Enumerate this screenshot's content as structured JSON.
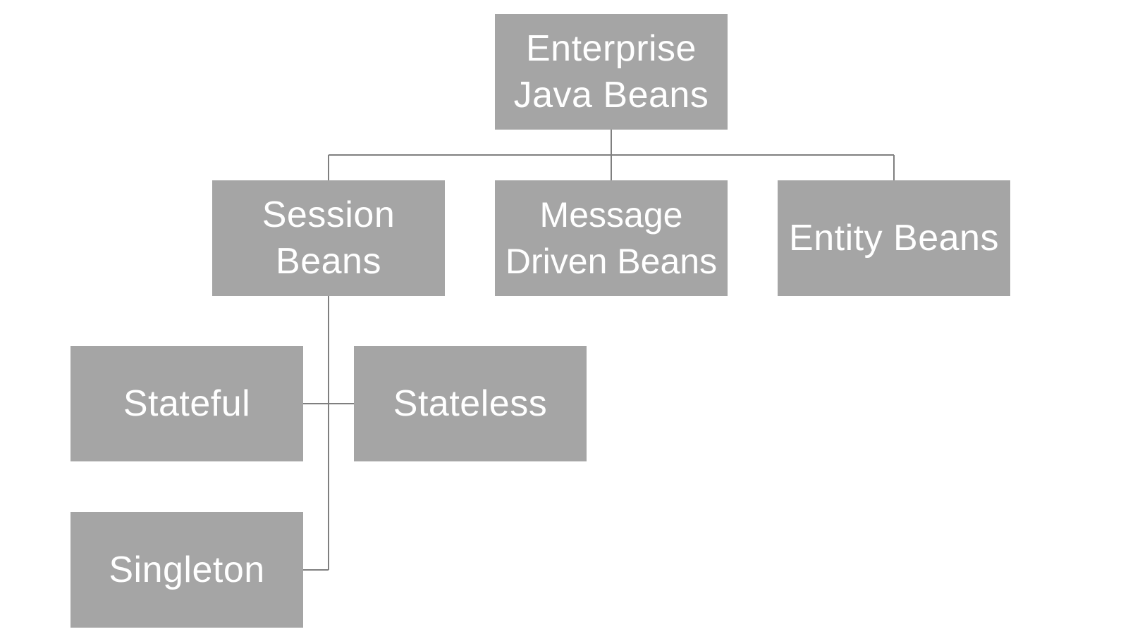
{
  "diagram": {
    "nodes": {
      "root": "Enterprise\nJava Beans",
      "session": "Session\nBeans",
      "message": "Message\nDriven Beans",
      "entity": "Entity Beans",
      "stateful": "Stateful",
      "stateless": "Stateless",
      "singleton": "Singleton"
    },
    "edges": [
      [
        "root",
        "session"
      ],
      [
        "root",
        "message"
      ],
      [
        "root",
        "entity"
      ],
      [
        "session",
        "stateful"
      ],
      [
        "session",
        "stateless"
      ],
      [
        "session",
        "singleton"
      ]
    ],
    "colors": {
      "box_fill": "#a5a5a5",
      "box_text": "#ffffff",
      "connector": "#7f7f7f",
      "background": "#ffffff"
    }
  }
}
